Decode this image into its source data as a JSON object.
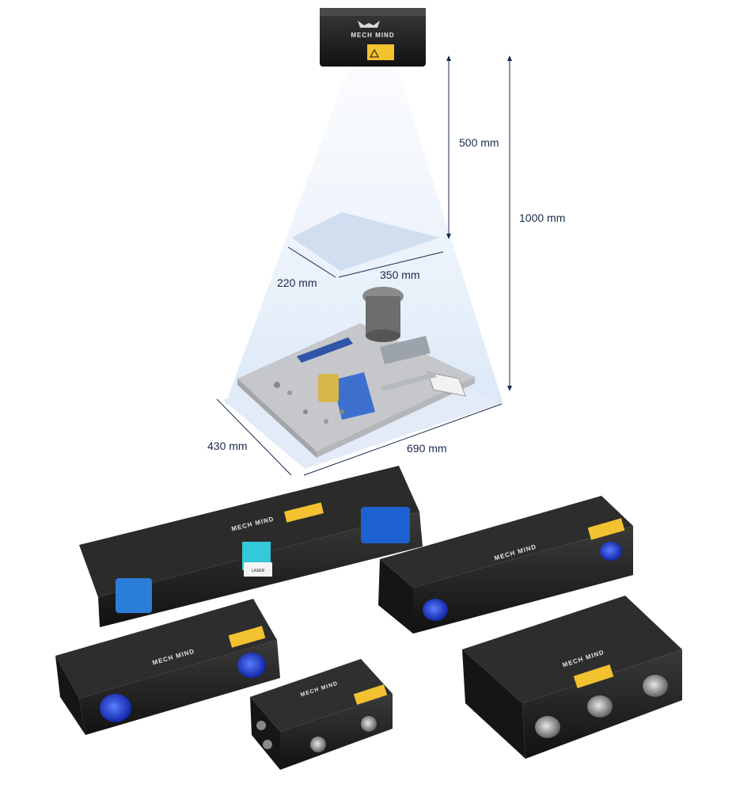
{
  "top_camera": {
    "brand": "MECH MIND"
  },
  "dimensions": {
    "camera_to_near_plane": "500 mm",
    "camera_to_far_plane": "1000 mm",
    "near_width": "350 mm",
    "near_depth": "220 mm",
    "far_width": "690 mm",
    "far_depth": "430 mm"
  },
  "product_cameras": [
    {
      "id": "long-laser",
      "brand": "MECH MIND",
      "label": "LASER"
    },
    {
      "id": "mid-right",
      "brand": "MECH MIND"
    },
    {
      "id": "mid-left",
      "brand": "MECH MIND"
    },
    {
      "id": "small",
      "brand": "MECH MIND"
    },
    {
      "id": "large-tri",
      "brand": "MECH MIND"
    }
  ],
  "colors": {
    "dimension_line": "#1b2a4e",
    "camera_body": "#1c1c1c",
    "lens_blue": "#1d3fd1",
    "projector_cyan": "#33c9d8",
    "warning_label": "#f2c230",
    "fov": "#dfe9f7"
  }
}
